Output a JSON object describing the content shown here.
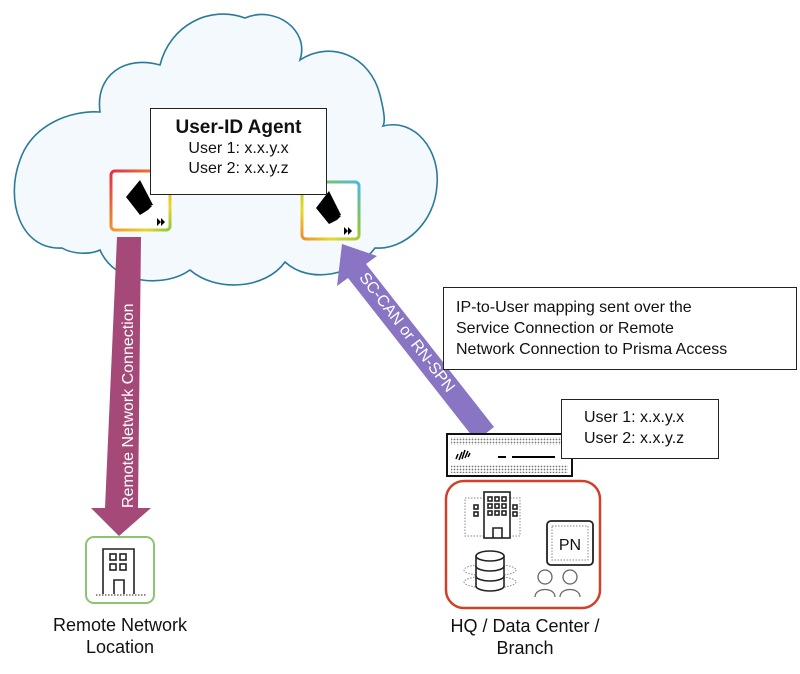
{
  "diagram": {
    "cloud": {
      "agent_box": {
        "title": "User-ID Agent",
        "lines": [
          "User 1: x.x.y.x",
          "User 2: x.x.y.z"
        ]
      },
      "nodes": [
        {
          "name": "prisma-access-node-left",
          "icon": "prisma-access-icon"
        },
        {
          "name": "prisma-access-node-right",
          "icon": "prisma-access-icon"
        }
      ]
    },
    "connections": [
      {
        "label": "Remote Network Connection",
        "color": "#a54a78",
        "direction": "cloud-to-remote-network"
      },
      {
        "label": "SC-CAN or RN-SPN",
        "color": "#8a74c4",
        "direction": "firewall-to-cloud"
      }
    ],
    "info_box": {
      "lines": [
        "IP-to-User mapping sent over the",
        "Service Connection or Remote",
        "Network Connection to Prisma Access"
      ]
    },
    "firewall_users_box": {
      "lines": [
        "User 1: x.x.y.x",
        "User 2: x.x.y.z"
      ]
    },
    "remote_network": {
      "caption_lines": [
        "Remote Network",
        "Location"
      ],
      "border_color": "#8cc474"
    },
    "hq": {
      "caption_lines": [
        "HQ / Data Center /",
        "Branch"
      ],
      "badge": "PN",
      "border_color": "#d0402a"
    },
    "colors": {
      "cloud_fill": "#f3f9fd",
      "cloud_stroke": "#2a7a9a"
    }
  }
}
